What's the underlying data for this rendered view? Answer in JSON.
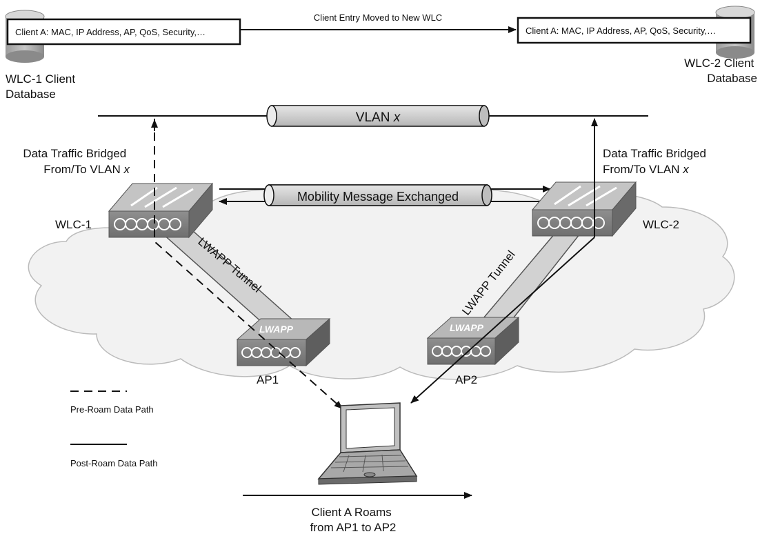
{
  "top": {
    "wlc1_record": "Client A: MAC, IP Address, AP, QoS, Security,…",
    "wlc2_record": "Client A: MAC, IP Address, AP, QoS, Security,…",
    "move_label": "Client Entry Moved to New WLC",
    "wlc1_db_label": [
      "WLC-1 Client",
      "Database"
    ],
    "wlc2_db_label": [
      "WLC-2 Client",
      "Database"
    ]
  },
  "vlan": {
    "label": "VLAN",
    "var": "x"
  },
  "mobility": {
    "label": "Mobility Message Exchanged"
  },
  "bridged": {
    "left": [
      "Data Traffic Bridged",
      "From/To VLAN"
    ],
    "right": [
      "Data Traffic Bridged",
      "From/To VLAN"
    ],
    "var": "x"
  },
  "controllers": {
    "wlc1": "WLC-1",
    "wlc2": "WLC-2"
  },
  "tunnels": {
    "left": "LWAPP Tunnel",
    "right": "LWAPP Tunnel"
  },
  "aps": {
    "ap1": "AP1",
    "ap2": "AP2",
    "ap_logo": "LWAPP"
  },
  "legend": {
    "pre": "Pre-Roam Data Path",
    "post": "Post-Roam Data Path"
  },
  "roam": [
    "Client A Roams",
    "from AP1 to AP2"
  ],
  "icons": [
    "database-icon",
    "wlc-switch-icon",
    "access-point-icon",
    "laptop-icon",
    "cloud-icon"
  ]
}
